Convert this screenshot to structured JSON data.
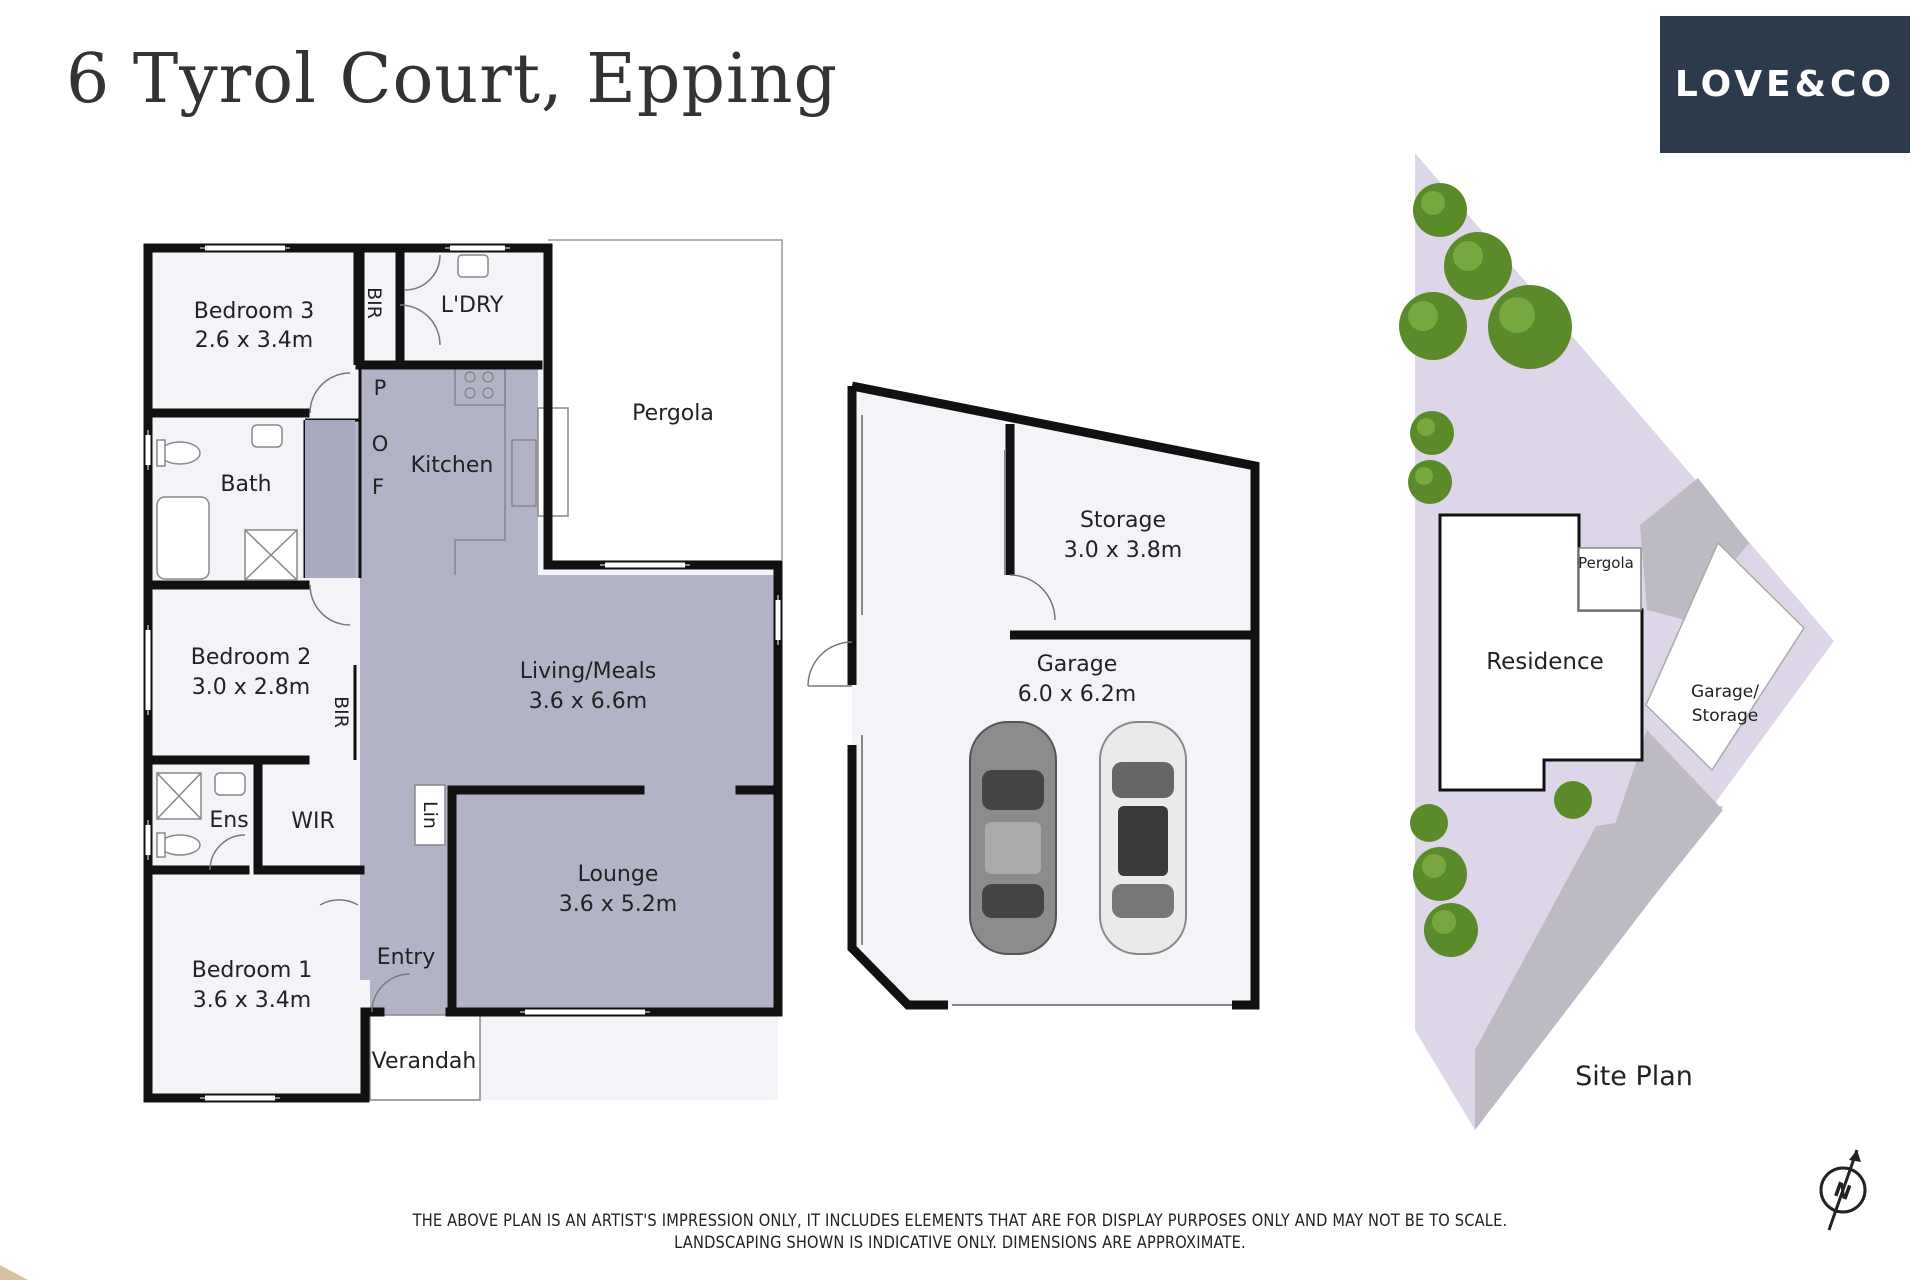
{
  "header": {
    "address": "6 Tyrol Court, Epping",
    "logo_text": "LOVE&CO"
  },
  "house": {
    "rooms": {
      "bedroom3": {
        "name": "Bedroom 3",
        "size": "2.6 x 3.4m"
      },
      "bir_top": {
        "name": "BIR"
      },
      "laundry": {
        "name": "L'DRY"
      },
      "pantry": {
        "name": "P"
      },
      "oven": {
        "name": "O"
      },
      "fridge": {
        "name": "F"
      },
      "kitchen": {
        "name": "Kitchen"
      },
      "pergola": {
        "name": "Pergola"
      },
      "bath": {
        "name": "Bath"
      },
      "bedroom2": {
        "name": "Bedroom 2",
        "size": "3.0 x 2.8m"
      },
      "bir_mid": {
        "name": "BIR"
      },
      "living": {
        "name": "Living/Meals",
        "size": "3.6 x 6.6m"
      },
      "ensuite": {
        "name": "Ens"
      },
      "wir": {
        "name": "WIR"
      },
      "linen": {
        "name": "Lin"
      },
      "lounge": {
        "name": "Lounge",
        "size": "3.6 x 5.2m"
      },
      "bedroom1": {
        "name": "Bedroom 1",
        "size": "3.6 x 3.4m"
      },
      "entry": {
        "name": "Entry"
      },
      "verandah": {
        "name": "Verandah"
      }
    }
  },
  "garage": {
    "storage": {
      "name": "Storage",
      "size": "3.0 x 3.8m"
    },
    "garage": {
      "name": "Garage",
      "size": "6.0 x 6.2m"
    }
  },
  "site_plan": {
    "title": "Site Plan",
    "pergola": "Pergola",
    "residence": "Residence",
    "garage_storage_line1": "Garage/",
    "garage_storage_line2": "Storage"
  },
  "compass": {
    "label": "N"
  },
  "disclaimer": {
    "line1": "THE ABOVE PLAN IS AN ARTIST'S IMPRESSION ONLY, IT INCLUDES ELEMENTS THAT ARE FOR DISPLAY PURPOSES ONLY AND MAY NOT BE TO SCALE.",
    "line2": "LANDSCAPING SHOWN IS INDICATIVE ONLY. DIMENSIONS ARE APPROXIMATE."
  },
  "colors": {
    "wall": "#111111",
    "living_fill": "#b3b3c8",
    "room_fill": "#f4f3f8",
    "site_lawn": "#ddd6e8",
    "site_drive": "#bdbac4",
    "logo_bg": "#2c3a4b",
    "tree": "#5b8a2a"
  }
}
